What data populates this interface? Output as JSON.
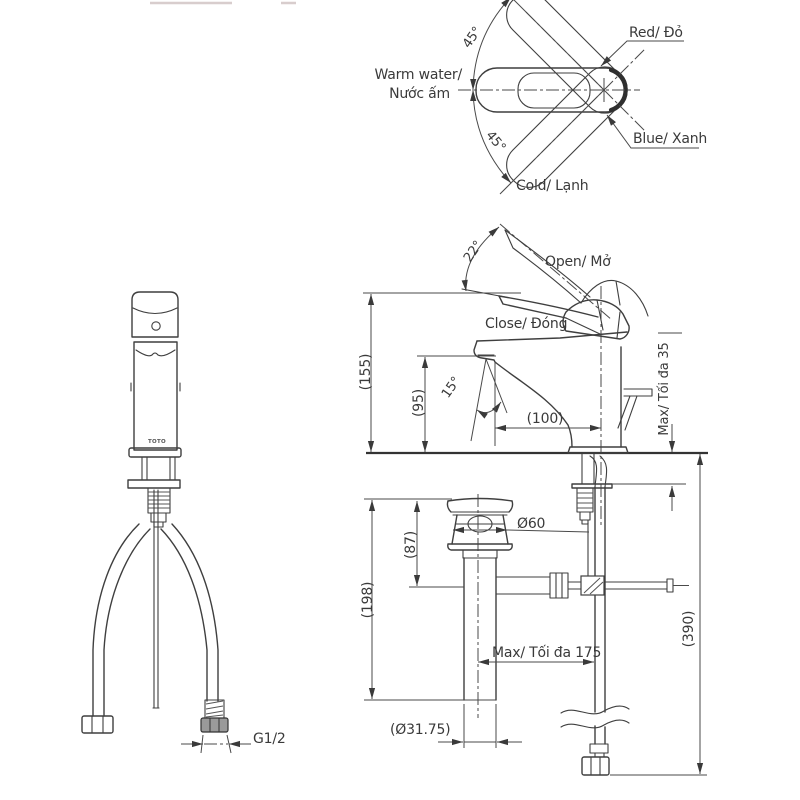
{
  "drawing": {
    "brand": "TOTO",
    "top_view": {
      "angle_upper": "45°",
      "angle_lower": "45°",
      "warm_label_en": "Warm water/",
      "warm_label_vi": "Nước ấm",
      "red_label": "Red/ Đỏ",
      "blue_label": "Blue/ Xanh",
      "cold_label": "Cold/ Lạnh"
    },
    "side_view": {
      "open_angle": "22°",
      "open_label": "Open/ Mở",
      "close_label": "Close/ Đóng",
      "stream_angle": "15°",
      "overall_height": "(155)",
      "spout_height": "(95)",
      "spout_reach": "(100)",
      "max_deck_thickness": "Max/ Tối đa 35",
      "supply_hose_length": "(390)"
    },
    "drain_view": {
      "flange_diameter": "Ø60",
      "body_height": "(87)",
      "overall_height": "(198)",
      "max_rod_reach": "Max/ Tối đa 175",
      "pipe_diameter": "(Ø31.75)"
    },
    "front_view": {
      "thread_size": "G1/2"
    }
  }
}
